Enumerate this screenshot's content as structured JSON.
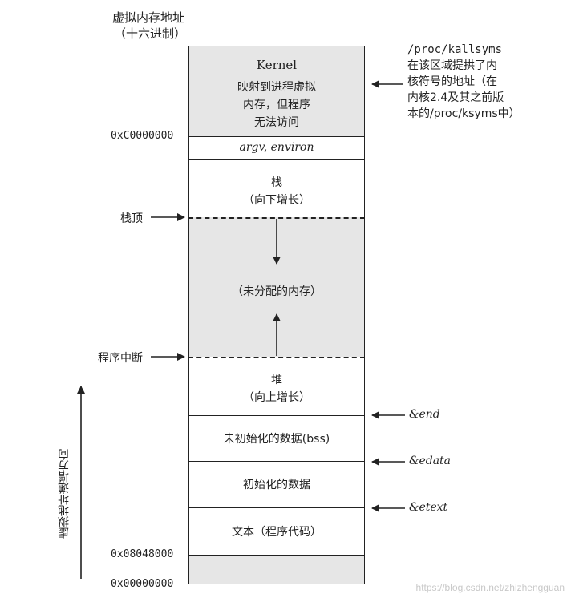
{
  "header": {
    "title_line1": "虚拟内存地址",
    "title_line2": "（十六进制）"
  },
  "note": {
    "path": "/proc/kallsyms",
    "line1": "在该区域提拱了内",
    "line2": "核符号的地址（在",
    "line3": "内核2.4及其之前版",
    "line4": "本的/proc/ksyms中）"
  },
  "segments": {
    "kernel_title": "Kernel",
    "kernel_line1": "映射到进程虚拟",
    "kernel_line2": "内存，但程序",
    "kernel_line3": "无法访问",
    "argv": "argv, environ",
    "stack_line1": "栈",
    "stack_line2": "（向下增长）",
    "unallocated": "（未分配的内存）",
    "heap_line1": "堆",
    "heap_line2": "（向上增长）",
    "bss": "未初始化的数据(bss)",
    "data": "初始化的数据",
    "text": "文本（程序代码）"
  },
  "addresses": {
    "kernel_base": "0xC0000000",
    "text_start": "0x08048000",
    "zero": "0x00000000"
  },
  "pointers": {
    "stack_top": "栈顶",
    "program_break": "程序中断"
  },
  "symbols": {
    "end": "&end",
    "edata": "&edata",
    "etext": "&etext"
  },
  "vertical_label": "虚拟地址递增方向",
  "watermark": "https://blog.csdn.net/zhizhengguan"
}
